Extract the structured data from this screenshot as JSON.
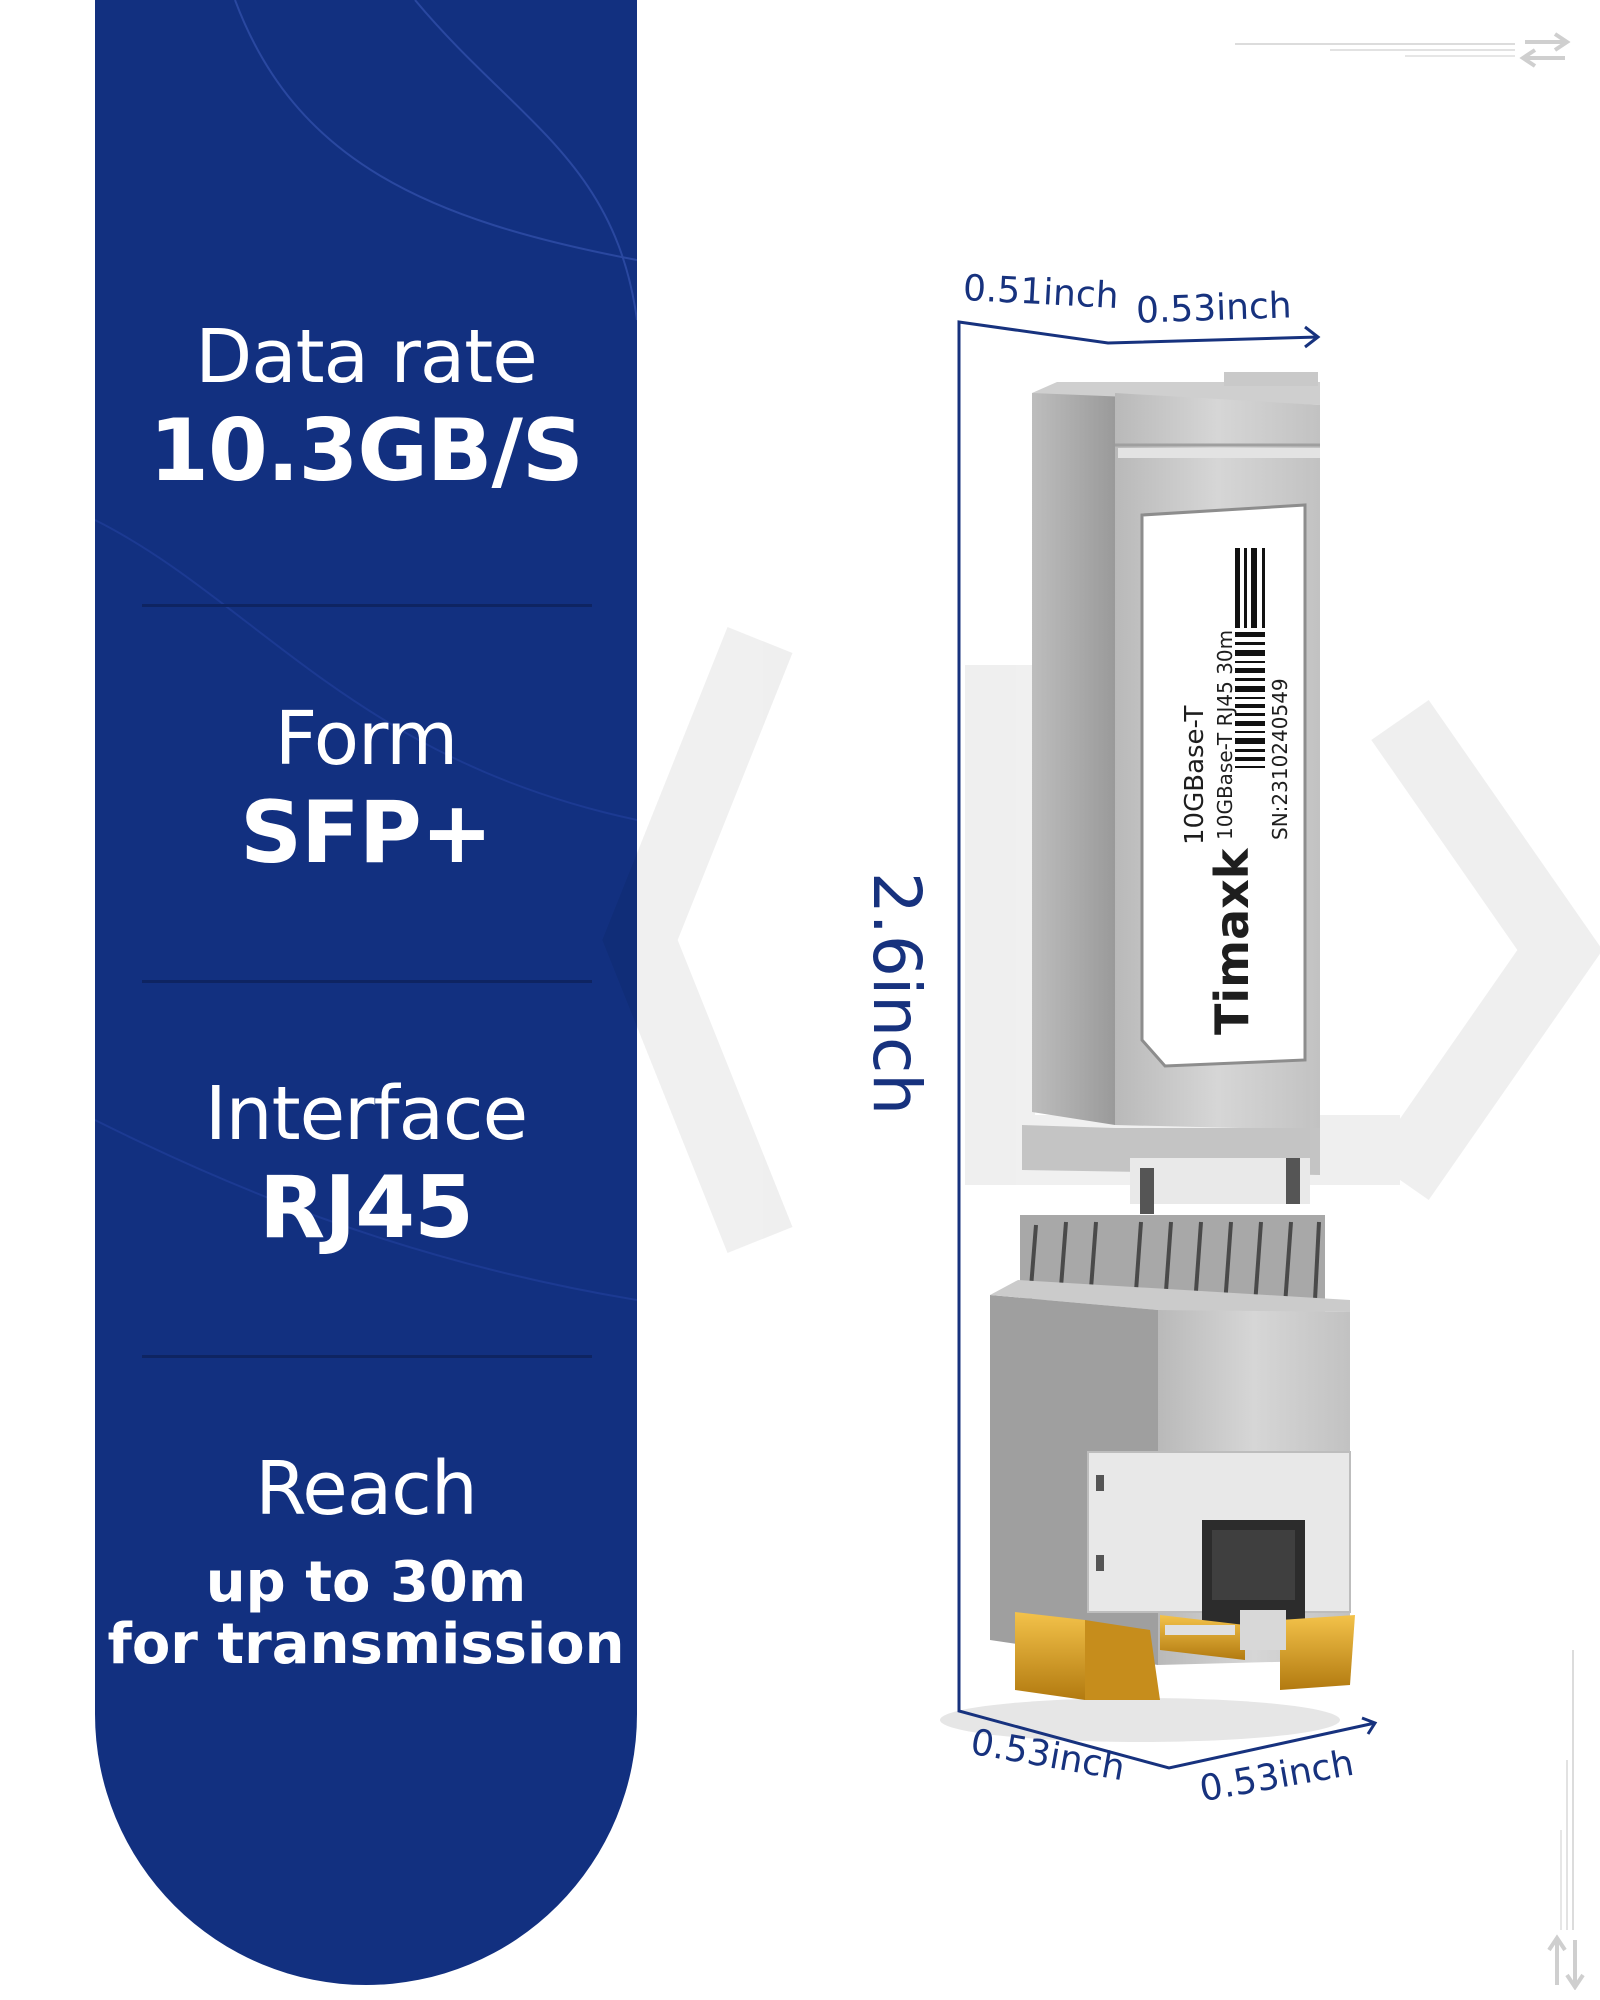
{
  "specs": [
    {
      "label": "Data rate",
      "value": "10.3GB/S"
    },
    {
      "label": "Form",
      "value": "SFP+"
    },
    {
      "label": "Interface",
      "value": "RJ45"
    },
    {
      "label": "Reach",
      "value_line1": "up to 30m",
      "value_line2": "for transmission"
    }
  ],
  "dimensions": {
    "top_left": "0.51inch",
    "top_right": "0.53inch",
    "height": "2.6inch",
    "bottom_left": "0.53inch",
    "bottom_right": "0.53inch"
  },
  "product_label": {
    "brand": "Timaxk",
    "model": "10GBase-T",
    "description": "10GBase-T RJ45 30m",
    "serial": "SN:2310240549"
  },
  "colors": {
    "panel": "#123080",
    "dimension": "#17327e"
  },
  "icons": [
    "swap-horizontal-icon",
    "swap-vertical-icon"
  ]
}
